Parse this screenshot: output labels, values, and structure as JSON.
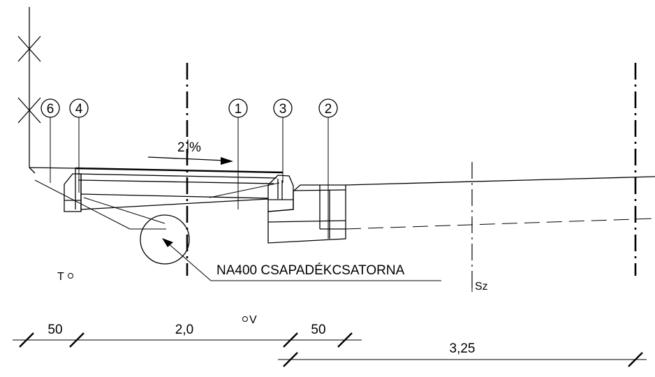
{
  "callouts": {
    "c6": "6",
    "c4": "4",
    "c1": "1",
    "c3": "3",
    "c2": "2"
  },
  "slope": {
    "label": "2",
    "unit": "%"
  },
  "drain_label": "NA400 CSAPADÉKCSATORNA",
  "point_t": "T",
  "point_v": "V",
  "point_sz": "Sz",
  "dimensions": {
    "d1": "50",
    "d2": "2,0",
    "d3": "50",
    "d4": "3,25"
  }
}
